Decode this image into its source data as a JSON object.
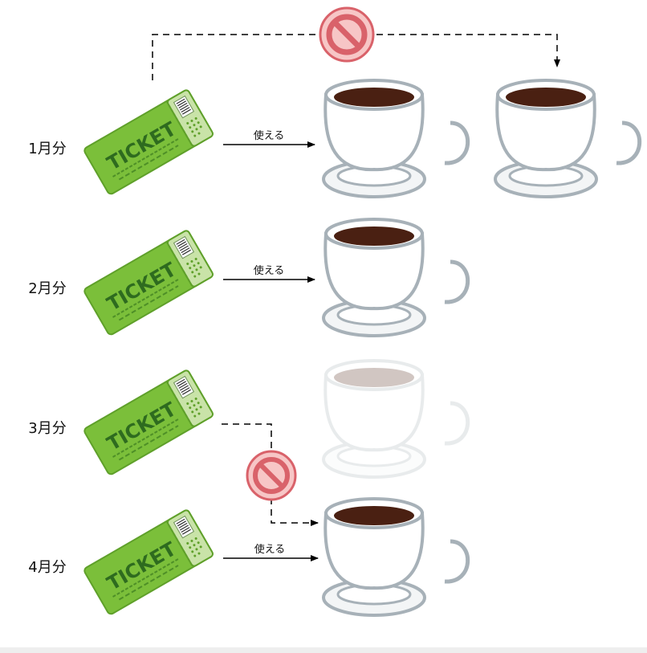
{
  "rows": [
    {
      "month": "1月分",
      "edge_label": "使える",
      "cup_state": "full"
    },
    {
      "month": "2月分",
      "edge_label": "使える",
      "cup_state": "full"
    },
    {
      "month": "3月分",
      "edge_label": "",
      "cup_state": "faded"
    },
    {
      "month": "4月分",
      "edge_label": "使える",
      "cup_state": "full"
    }
  ],
  "ticket_text": "TICKET",
  "colors": {
    "ticket_green": "#7bbf3a",
    "ticket_stub": "#c9e3a8",
    "ticket_text": "#2e6b1f",
    "coffee": "#4a2012",
    "cup_outline": "#a7b1b8",
    "prohibit_fill": "#f7c6c6",
    "prohibit_stroke": "#d9626a",
    "arrow": "#000000"
  }
}
